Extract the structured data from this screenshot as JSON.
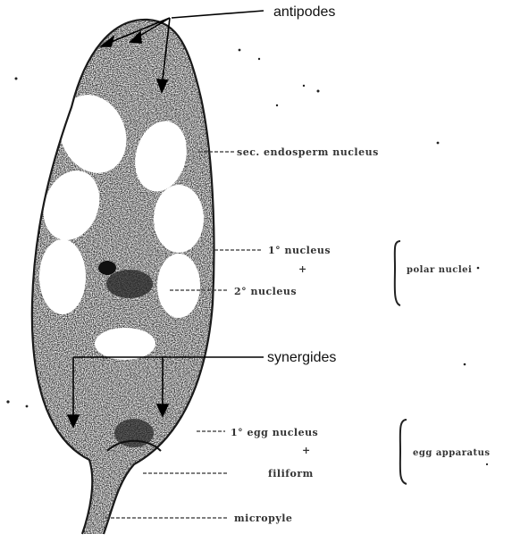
{
  "diagram": {
    "labels": {
      "antipodes": "antipodes",
      "synergides": "synergides"
    },
    "scanned_labels": {
      "central_cell": "sec. endosperm nucleus",
      "polar_1": "1° nucleus",
      "polar_plus": "+",
      "polar_2": "2° nucleus",
      "polar_brace": "polar nuclei",
      "egg_1": "1° egg nucleus",
      "egg_plus": "+",
      "egg_2": "filiform",
      "egg_brace": "egg apparatus",
      "micropyle": "micropyle"
    },
    "colors": {
      "ink": "#1a1a1a",
      "paper": "#ffffff",
      "label_text": "#111111"
    }
  }
}
